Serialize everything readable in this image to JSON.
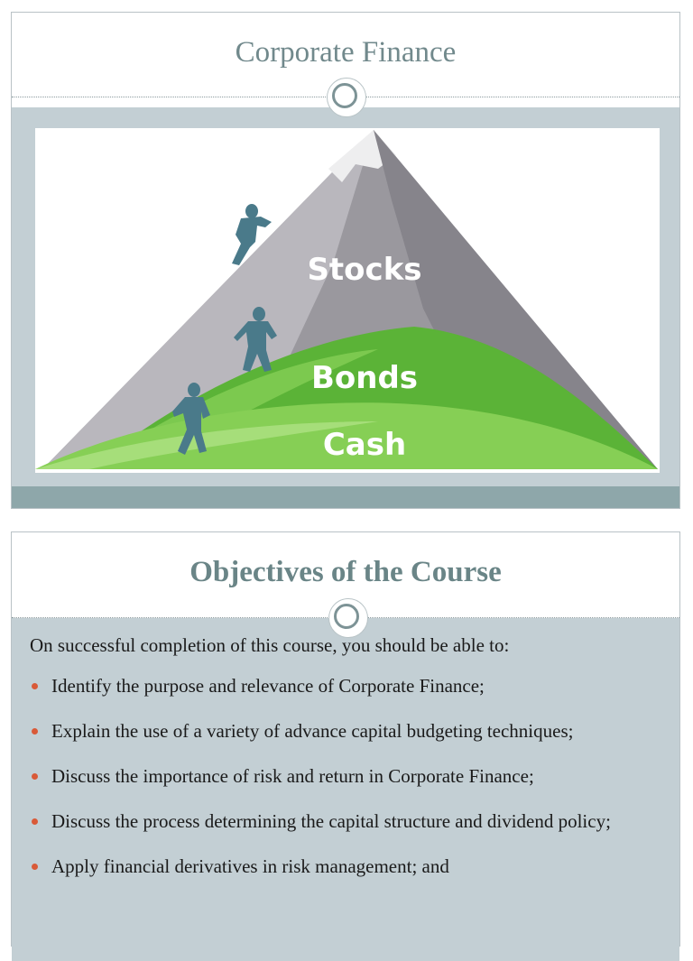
{
  "slide1": {
    "title": "Corporate Finance",
    "image": {
      "labels": [
        "Stocks",
        "Bonds",
        "Cash"
      ]
    }
  },
  "slide2": {
    "title": "Objectives of the Course",
    "intro": "On successful completion of this course, you should be able to:",
    "bullets": [
      "Identify the purpose and relevance of Corporate Finance;",
      "Explain the use of a variety of advance capital budgeting techniques;",
      "Discuss the importance of risk and return in Corporate Finance;",
      "Discuss the process determining the capital structure and dividend policy;",
      "Apply financial derivatives in risk management; and"
    ]
  },
  "colors": {
    "title": "#71898c",
    "band": "#c3cfd4",
    "footer": "#8ea7aa",
    "bullet": "#d95a38"
  }
}
